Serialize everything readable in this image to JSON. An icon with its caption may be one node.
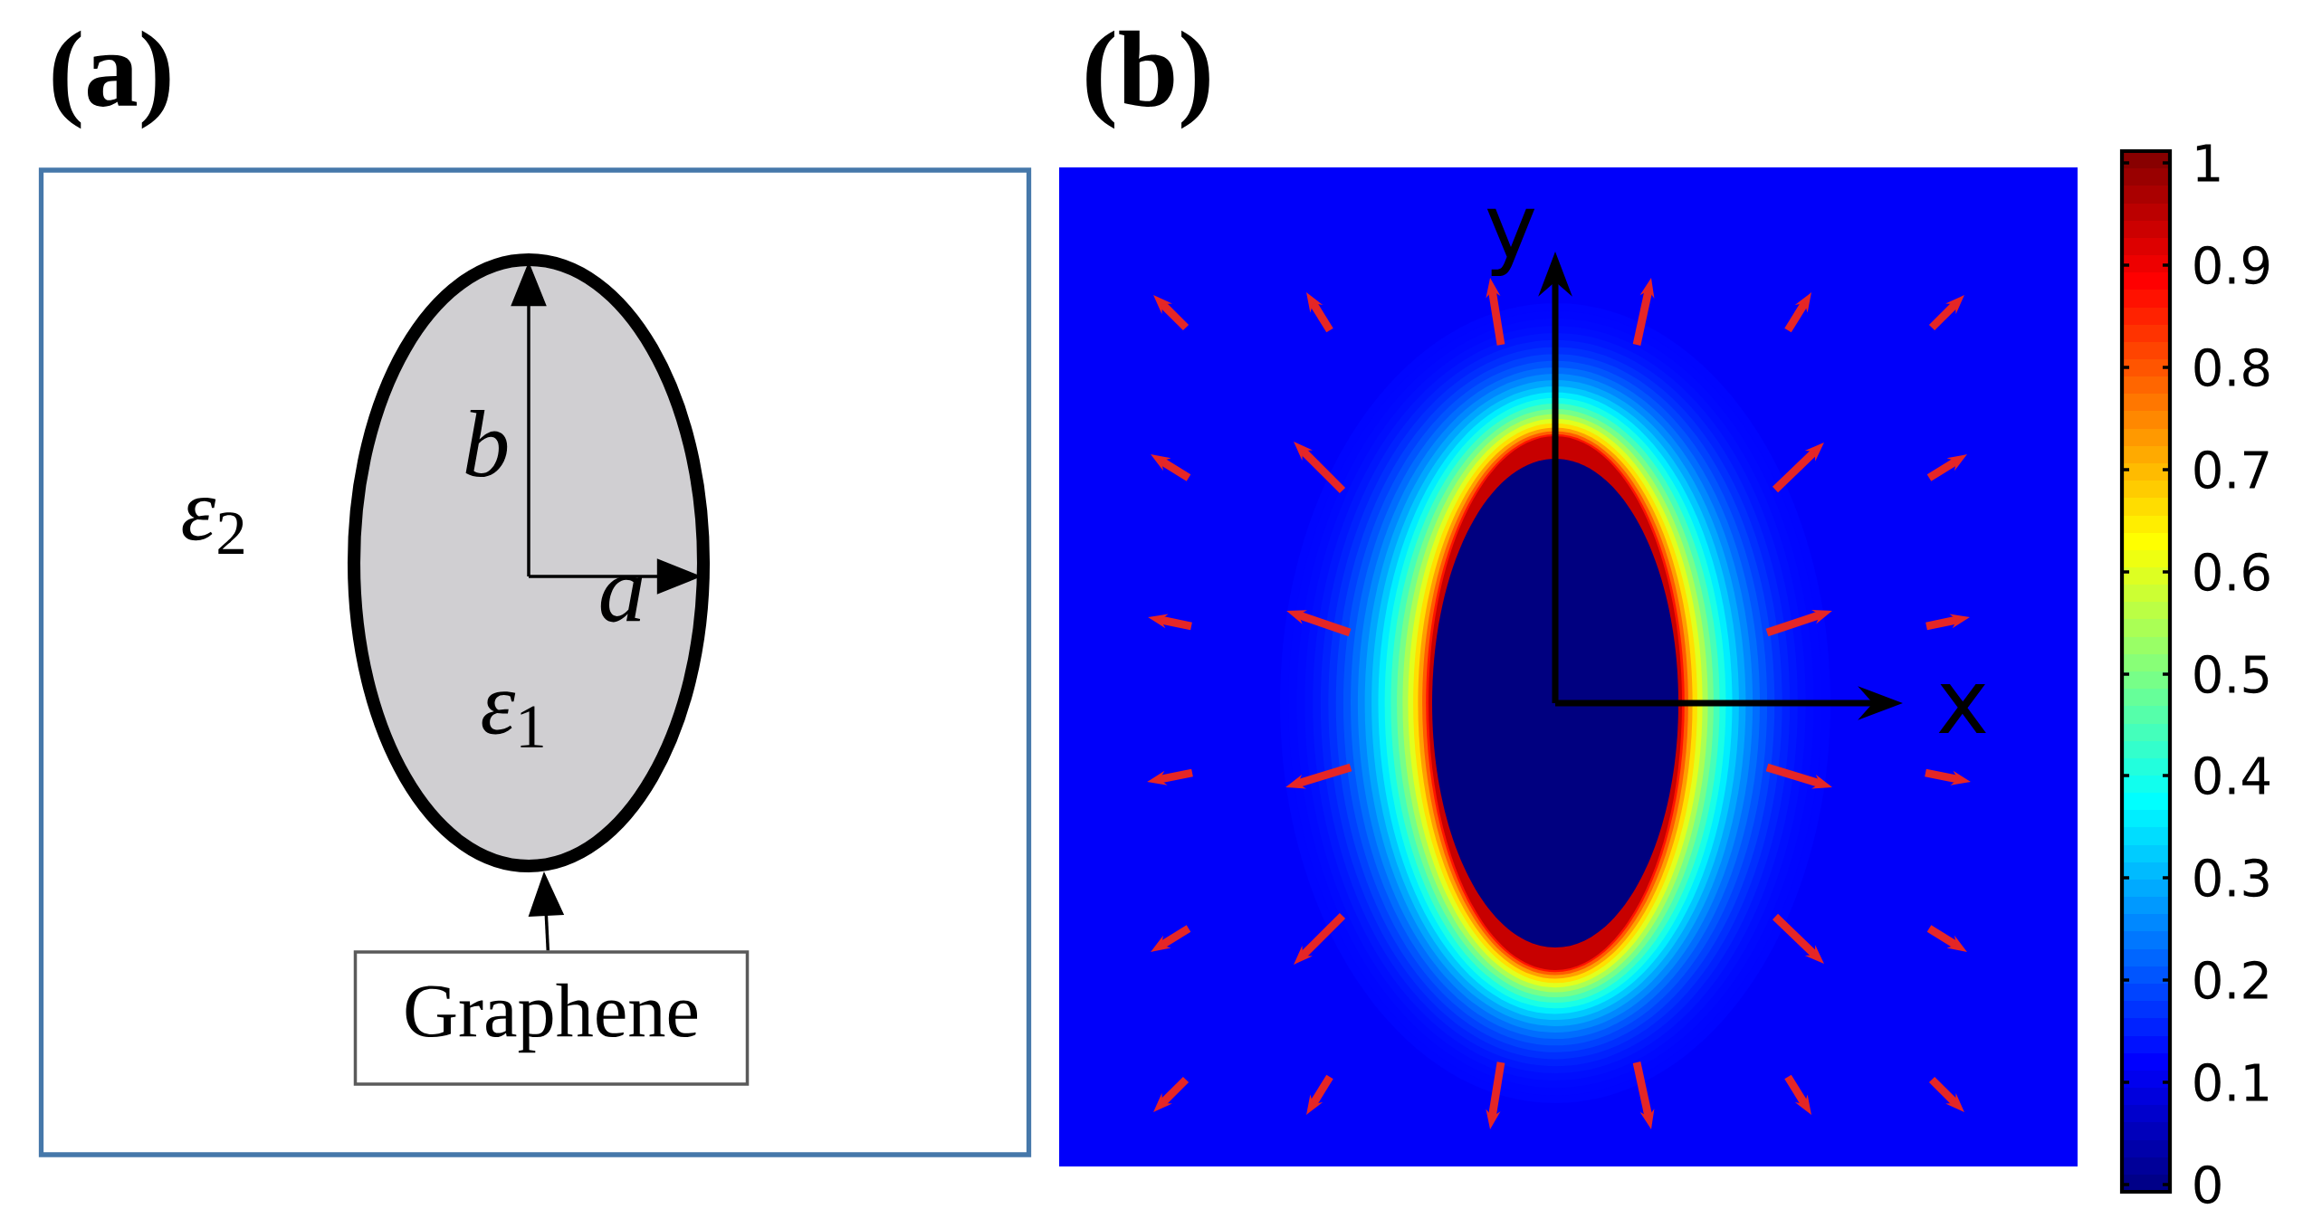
{
  "diagram": {
    "nodes": [
      {
        "text": [
          "*ε*$_{2}$"
        ]
      },
      {
        "text": [
          "*ε*$_{1}$"
        ],
        "in": 0
      },
      {
        "text": [
          "Graphene"
        ],
        "in": 0
      }
    ],
    "edges": [
      {
        "from": 2,
        "to": 1,
        "arrow": "to"
      }
    ],
    "labels": [
      "(a)",
      "(b)",
      "b",
      "a",
      "y",
      "x",
      "1",
      "0.9",
      "0.8",
      "0.7",
      "0.6",
      "0.5",
      "0.4",
      "0.3",
      "0.2",
      "0.1",
      "0"
    ]
  }
}
